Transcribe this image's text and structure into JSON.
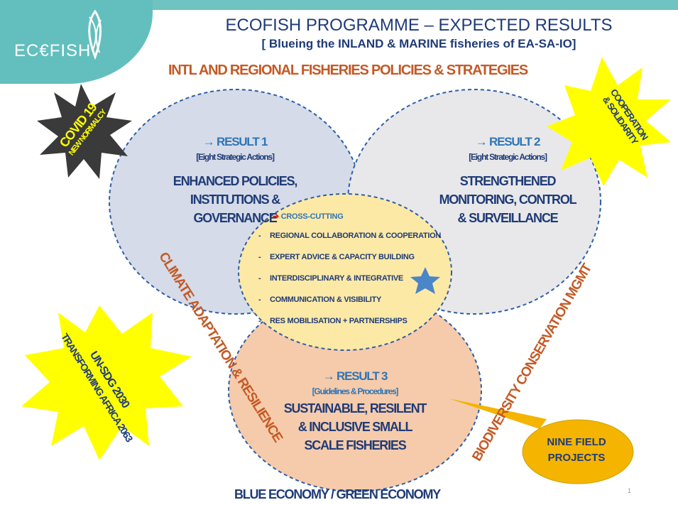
{
  "header": {
    "logo_text": "EC€FISH",
    "title": "ECOFISH PROGRAMME –  EXPECTED RESULTS",
    "subtitle": "[ Blueing the INLAND & MARINE fisheries of EA-SA-IO]"
  },
  "banners": {
    "top": "INTL AND REGIONAL FISHERIES POLICIES & STRATEGIES",
    "bottom": "BLUE ECONOMY / GREEN ECONOMY",
    "left_diagonal": "CLIMATE ADAPTATION & RESILIENCE",
    "right_diagonal": "BIODIVERSITY CONSERVATION MGMT"
  },
  "results": {
    "r1": {
      "heading": "→ RESULT 1",
      "sub": "[Eight Strategic Actions]",
      "lines": [
        "ENHANCED POLICIES,",
        "INSTITUTIONS &",
        "GOVERNANCE"
      ]
    },
    "r2": {
      "heading": "→ RESULT 2",
      "sub": "[Eight Strategic Actions]",
      "lines": [
        "STRENGTHENED",
        "MONITORING, CONTROL",
        "& SURVEILLANCE"
      ]
    },
    "r3": {
      "heading": "→ RESULT 3",
      "sub": "[Guidelines & Procedures]",
      "lines": [
        "SUSTAINABLE, RESILENT",
        "& INCLUSIVE SMALL",
        "SCALE FISHERIES"
      ]
    }
  },
  "cross_cutting": {
    "heading": "CROSS-CUTTING",
    "items": [
      "REGIONAL COLLABORATION & COOPERATION",
      "EXPERT ADVICE & CAPACITY BUILDING",
      "INTERDISCIPLINARY & INTEGRATIVE",
      "COMMUNICATION & VISIBILITY",
      "RES MOBILISATION +  PARTNERSHIPS"
    ]
  },
  "badges": {
    "covid": {
      "line1": "COVID 19",
      "line2": "NEW NORMALCY"
    },
    "cooperation": {
      "line1": "COOPERATION",
      "line2": "& SOLIDARITY"
    },
    "sdg": {
      "line1": "UN-SDG 2030",
      "line2": "TRANSFORMING AFRICA 2063"
    }
  },
  "callout": {
    "line1": "NINE FIELD",
    "line2": "PROJECTS"
  },
  "page_number": "1",
  "colors": {
    "teal": "#63bfbd",
    "navy": "#1f3b77",
    "orange_text": "#c35a26",
    "result1_fill": "#d5dbe8",
    "result2_fill": "#e8e8ea",
    "result3_fill": "#f6cbab",
    "center_fill": "#fde9a6",
    "star": "#4a86c8",
    "yellow": "#ffff00",
    "dark_burst": "#3a3a3a"
  }
}
